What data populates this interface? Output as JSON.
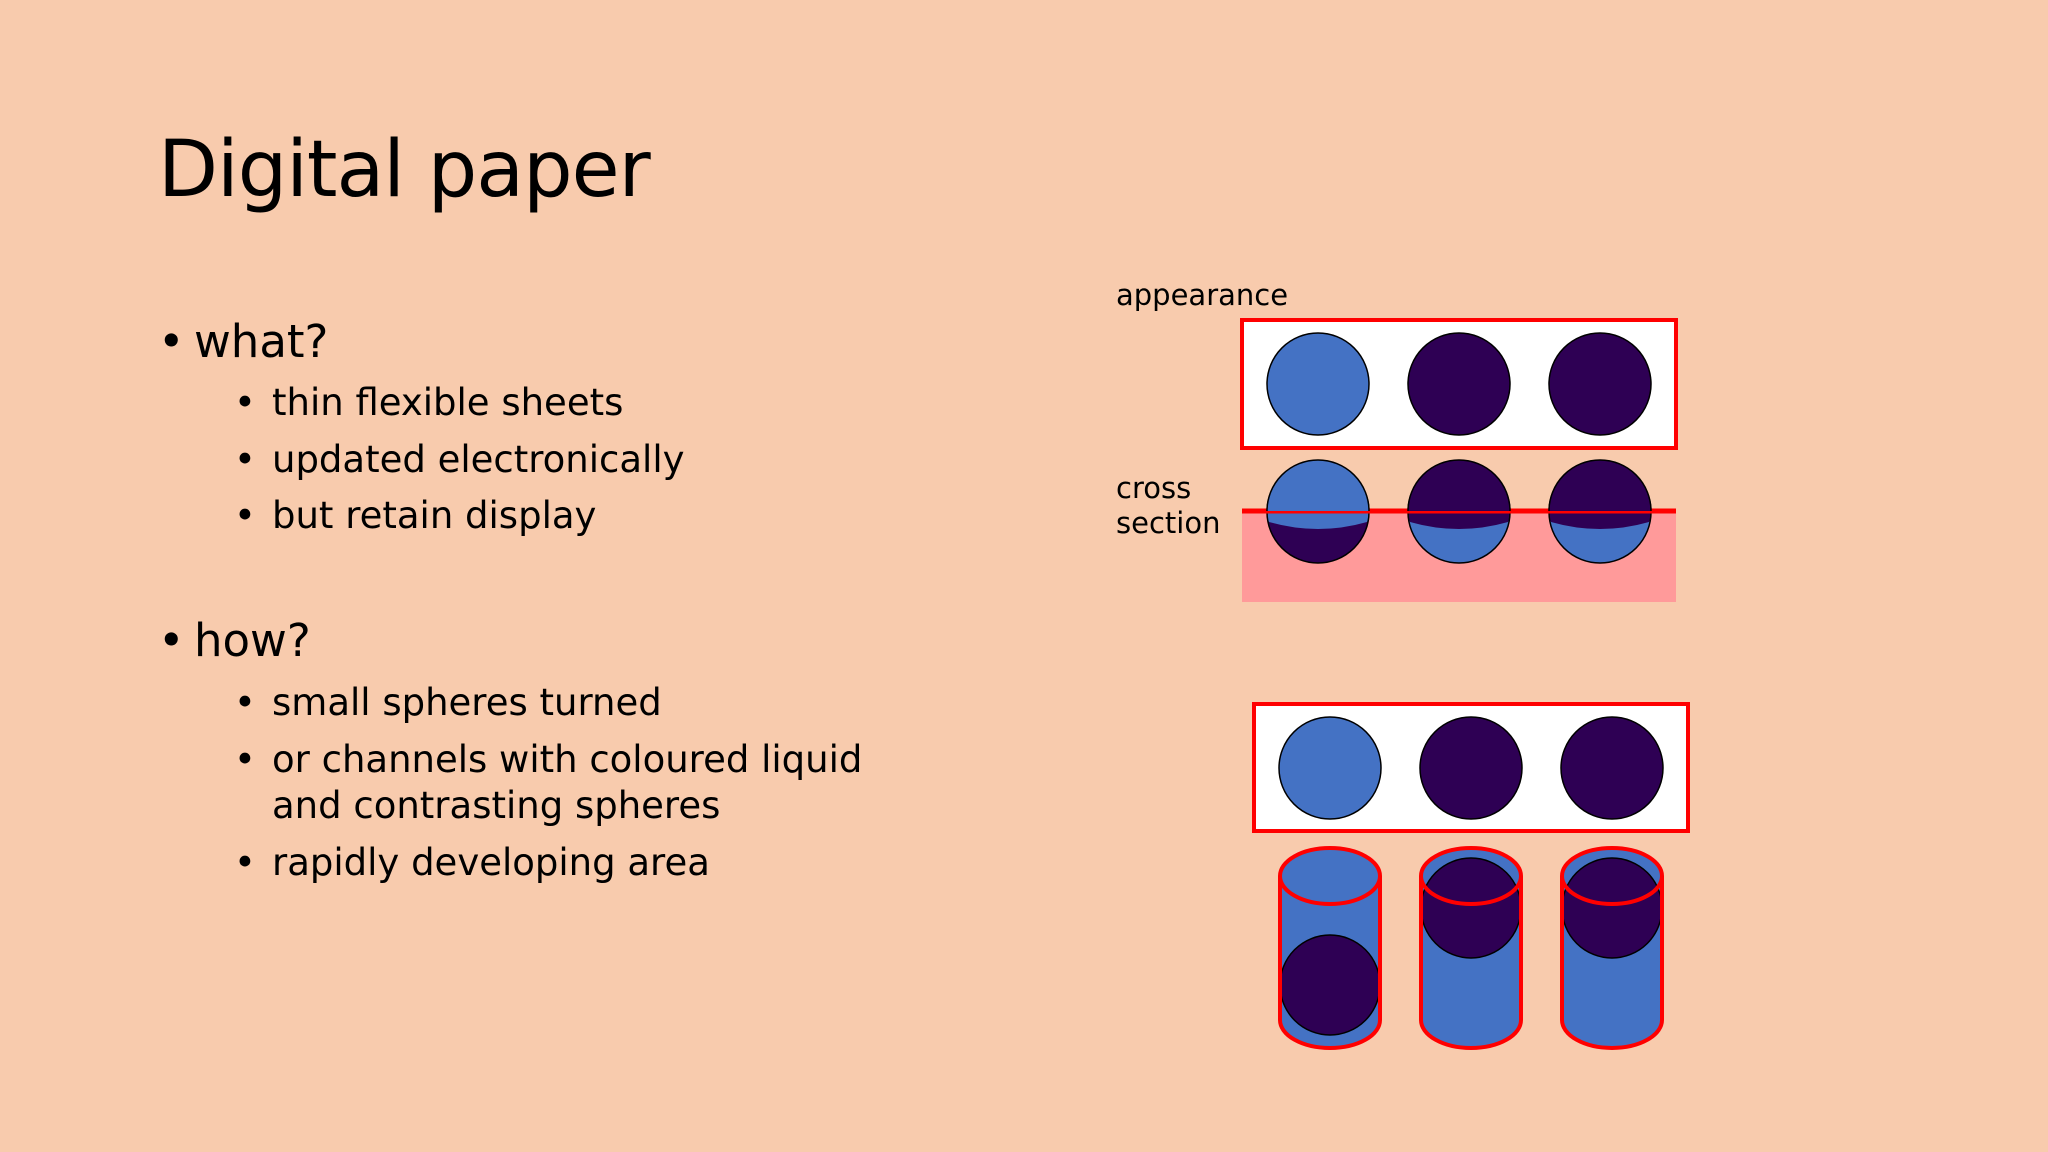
{
  "slide": {
    "title": "Digital paper",
    "bullets": [
      {
        "label": "what?",
        "subitems": [
          "thin flexible sheets",
          "updated electronically",
          "but retain display"
        ]
      },
      {
        "label": "how?",
        "subitems": [
          "small spheres turned",
          "or channels with coloured liquid",
          "and contrasting spheres",
          "rapidly developing area"
        ]
      }
    ]
  },
  "diagram": {
    "appearance_label": "appearance",
    "cross_section_label_line1": "cross",
    "cross_section_label_line2": "section",
    "colors": {
      "background": "#f8cbad",
      "light_blue": "#4472c4",
      "dark_purple": "#2e0054",
      "red": "#ff0000",
      "pink": "#ff9a9a",
      "white": "#ffffff"
    }
  }
}
